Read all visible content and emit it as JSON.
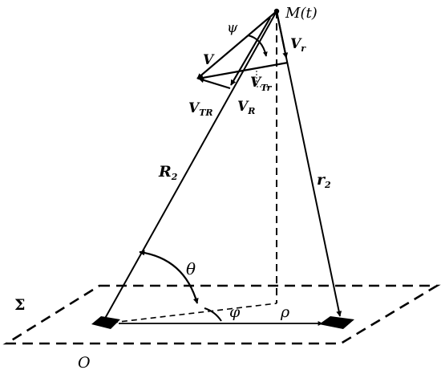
{
  "labels": {
    "M_main": "M",
    "M_arg": "(t)",
    "psi": "ψ",
    "V": "V",
    "Vr_main": "V",
    "Vr_sub": "r",
    "VTr_main": "V",
    "VTr_sub": "Tr",
    "VTR_main": "V",
    "VTR_sub": "TR",
    "VR_main": "V",
    "VR_sub": "R",
    "R2_main": "R",
    "R2_sub": "2",
    "r2_main": "r",
    "r2_sub": "2",
    "theta": "θ",
    "phi": "φ",
    "rho": "ρ",
    "Sigma": "Σ",
    "O": "O"
  },
  "colors": {
    "ink": "#000000",
    "background": "#ffffff"
  }
}
